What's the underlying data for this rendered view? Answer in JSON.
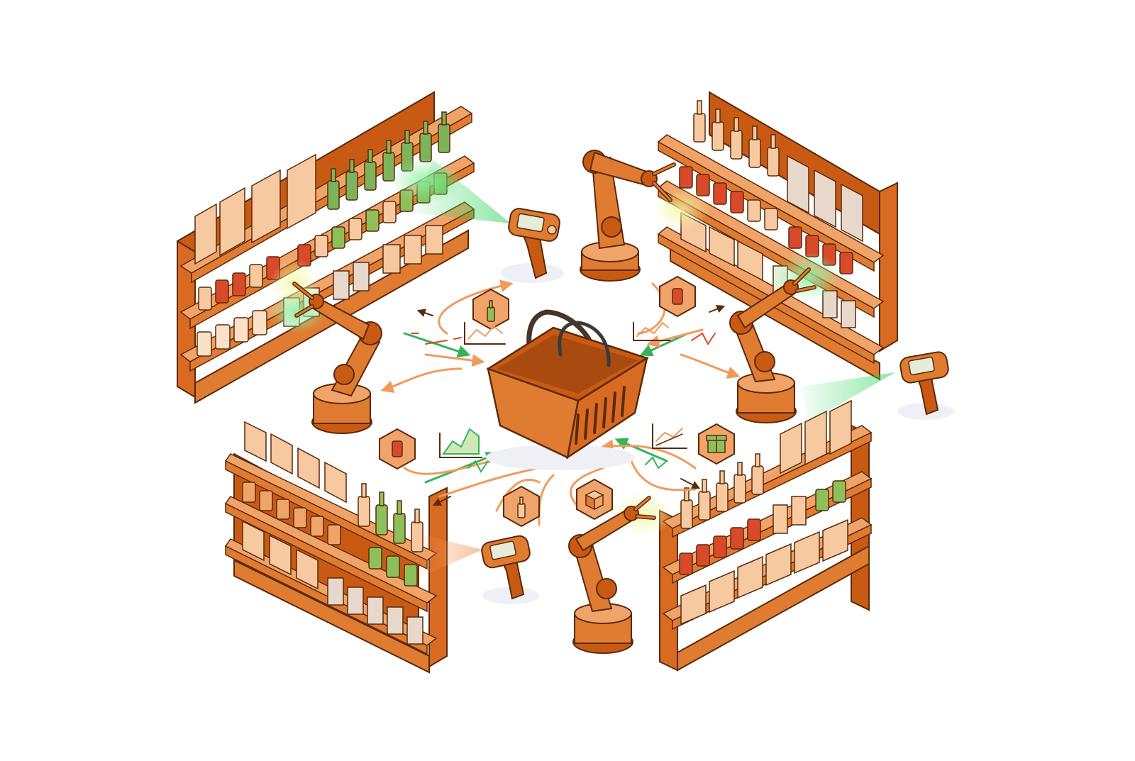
{
  "scene": {
    "theme": "isometric automated retail store with robotic picking arms, barcode scanners, shelves and a central shopping basket",
    "text_labels": []
  },
  "colors": {
    "background": "#ffffff",
    "orange_dark": "#c85a14",
    "orange": "#e07b32",
    "orange_light": "#f0a46a",
    "tan": "#f6c9a0",
    "tan_light": "#fbe1c8",
    "outline": "#5a2a0a",
    "scan_green": "#3fd36a",
    "flow_green": "#34b35a",
    "flow_orange": "#f29a5c",
    "can_red": "#d94a2a",
    "can_green": "#8fbf5a",
    "bottle_green": "#7fb35a",
    "carton": "#e8d8cc"
  },
  "components": {
    "shelves": [
      {
        "id": "shelf-nw",
        "orientation": "left",
        "rows": [
          "boxes",
          "bottles-green",
          "cans",
          "cans-mixed"
        ]
      },
      {
        "id": "shelf-ne",
        "orientation": "right",
        "rows": [
          "bottles-tan",
          "cans",
          "boxes",
          "cans"
        ]
      },
      {
        "id": "shelf-sw",
        "orientation": "right",
        "rows": [
          "boxes",
          "bottles",
          "cans",
          "cartons"
        ]
      },
      {
        "id": "shelf-se",
        "orientation": "left",
        "rows": [
          "boxes",
          "bottles",
          "cans",
          "boxes"
        ]
      }
    ],
    "robot_arms": [
      {
        "id": "arm-north",
        "reach": "shelf-ne"
      },
      {
        "id": "arm-west",
        "reach": "shelf-nw"
      },
      {
        "id": "arm-east",
        "reach": "shelf-ne"
      },
      {
        "id": "arm-south",
        "reach": "shelf-se"
      }
    ],
    "scanners": [
      {
        "id": "scanner-north",
        "beam_target": "shelf-nw",
        "beam_color": "green"
      },
      {
        "id": "scanner-east",
        "beam_target": "offscreen-right",
        "beam_color": "green"
      },
      {
        "id": "scanner-south",
        "beam_target": "shelf-sw",
        "beam_color": "orange"
      }
    ],
    "hex_badges": [
      {
        "id": "badge-bottle-top",
        "icon": "bottle-icon"
      },
      {
        "id": "badge-can-top",
        "icon": "can-icon"
      },
      {
        "id": "badge-can-left",
        "icon": "can-icon"
      },
      {
        "id": "badge-gift-right",
        "icon": "gift-icon"
      },
      {
        "id": "badge-bottle-bottom",
        "icon": "bottle-icon"
      },
      {
        "id": "badge-box-bottom",
        "icon": "box-icon"
      }
    ],
    "mini_charts": [
      {
        "id": "chart-top-left",
        "icon": "trend-line-icon"
      },
      {
        "id": "chart-top-right",
        "icon": "trend-line-icon"
      },
      {
        "id": "chart-left",
        "icon": "trend-area-icon"
      },
      {
        "id": "chart-right",
        "icon": "trend-line-icon"
      }
    ],
    "basket": {
      "id": "shopping-basket",
      "icon": "basket-icon"
    }
  }
}
